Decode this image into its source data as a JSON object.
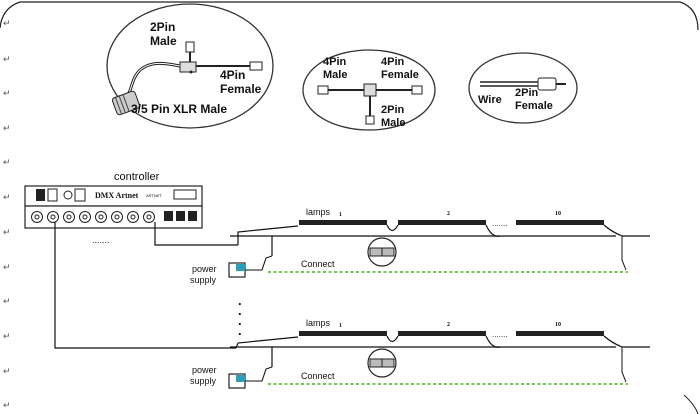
{
  "callouts": {
    "xlr": {
      "line1": "2Pin",
      "line2": "Male",
      "line3": "4Pin",
      "line4": "Female",
      "main": "3/5 Pin XLR Male"
    },
    "tee": {
      "left1": "4Pin",
      "left2": "Male",
      "right1": "4Pin",
      "right2": "Female",
      "bottom1": "2Pin",
      "bottom2": "Male"
    },
    "wire": {
      "wire": "Wire",
      "pin1": "2Pin",
      "pin2": "Female"
    }
  },
  "controller": {
    "title": "controller",
    "brand": "DMX Artnet",
    "badge": "ARTNET"
  },
  "chains": [
    {
      "lamps_label": "lamps",
      "numbers": [
        "1",
        "2",
        "10"
      ],
      "connect": "Connect",
      "power1": "power",
      "power2": "supply"
    },
    {
      "lamps_label": "lamps",
      "numbers": [
        "1",
        "2",
        "10"
      ],
      "connect": "Connect",
      "power1": "power",
      "power2": "supply"
    }
  ],
  "colors": {
    "accent": "#2a9fb8",
    "dashed": "#5fbf3f",
    "line": "#111111"
  }
}
